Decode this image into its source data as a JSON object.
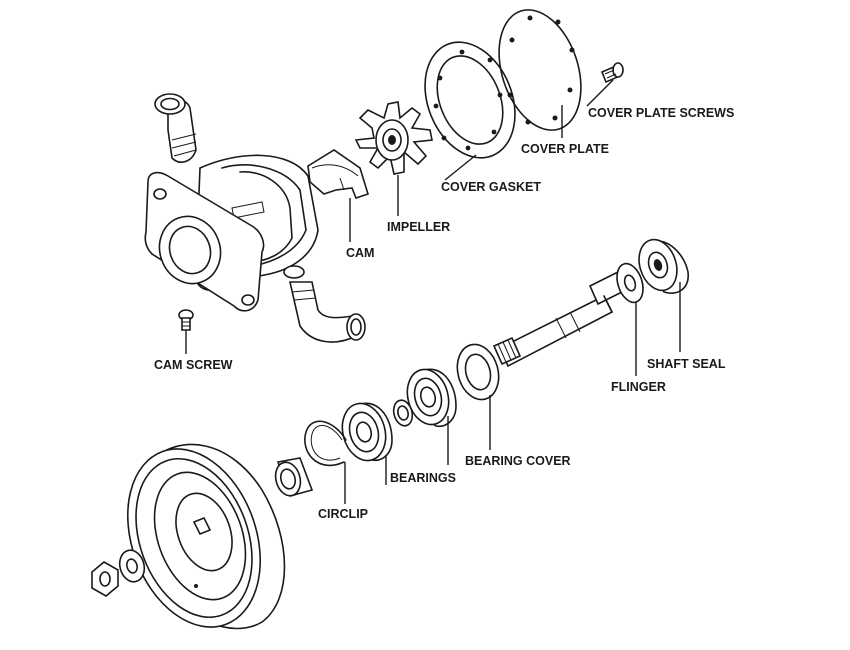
{
  "labels": {
    "cover_plate_screws": "COVER PLATE SCREWS",
    "cover_plate": "COVER PLATE",
    "cover_gasket": "COVER GASKET",
    "impeller": "IMPELLER",
    "cam": "CAM",
    "cam_screw": "CAM SCREW",
    "shaft_seal": "SHAFT SEAL",
    "flinger": "FLINGER",
    "bearing_cover": "BEARING COVER",
    "bearings": "BEARINGS",
    "circlip": "CIRCLIP"
  },
  "colors": {
    "ink": "#1a1a1a",
    "background": "#ffffff"
  }
}
